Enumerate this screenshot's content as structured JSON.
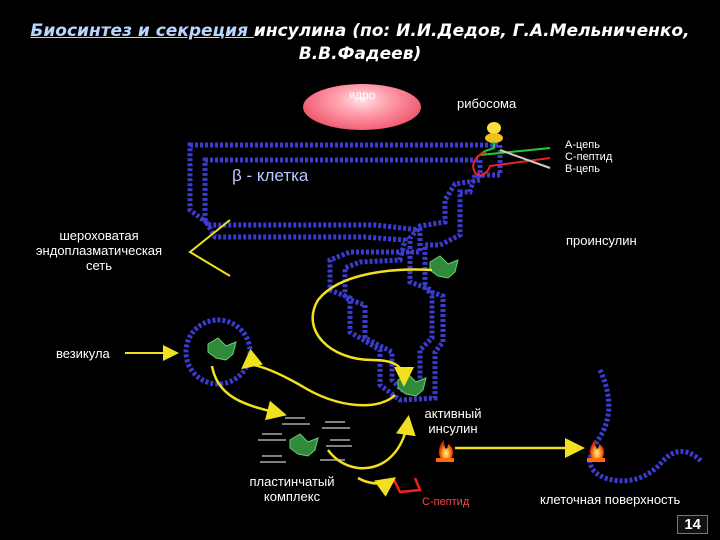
{
  "title": {
    "underlined": "Биосинтез и секреция ",
    "rest": "инсулина (по: И.И.Дедов, Г.А.Мельниченко,",
    "line2": "В.В.Фадеев)"
  },
  "labels": {
    "nucleus": "ядро",
    "ribosome": "рибосома",
    "a_chain": "А-цепь",
    "c_peptide_top": "С-пептид",
    "b_chain": "В-цепь",
    "beta_cell": "β - клетка",
    "rough_er": [
      "шероховатая",
      "эндоплазматическая",
      "сеть"
    ],
    "proinsulin": "проинсулин",
    "vesicle": "везикула",
    "active_insulin": [
      "активный",
      "инсулин"
    ],
    "golgi": [
      "пластинчатый",
      "комплекс"
    ],
    "c_peptide_bottom": "С-пептид",
    "cell_surface": "клеточная поверхность"
  },
  "page_number": "14",
  "colors": {
    "background": "#000000",
    "membrane": "#3b3bd0",
    "pathway": "#f0e020",
    "a_chain": "#22cc33",
    "c_peptide": "#ee2222",
    "b_chain": "#cccccc",
    "protein": "#2f8a3a"
  },
  "icons": [
    "nucleus-icon",
    "ribosome-icon",
    "proinsulin-icon",
    "vesicle-icon",
    "golgi-icon",
    "insulin-flame-icon",
    "receptor-icon"
  ]
}
